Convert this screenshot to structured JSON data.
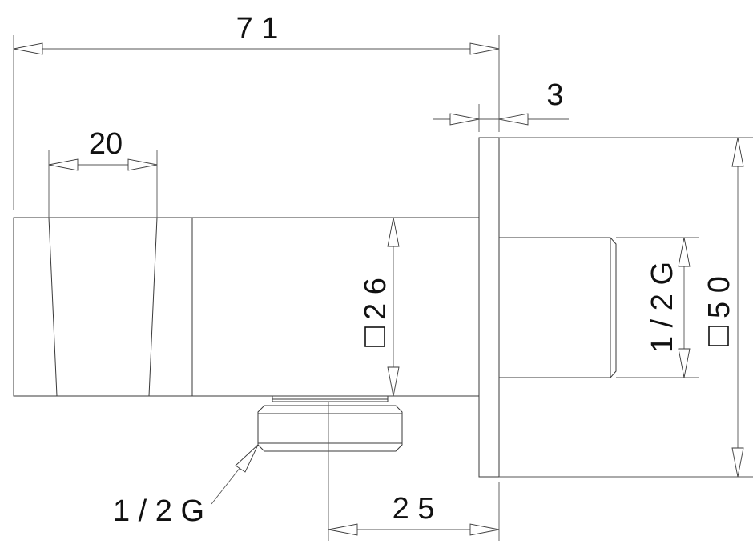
{
  "dimensions": {
    "overall_length": "7 1",
    "flange_thickness": "3",
    "handle_width": "20",
    "body_square": "2 6",
    "outlet_thread": "1 / 2 G",
    "flange_square": "5 0",
    "inlet_thread": "1 / 2 G",
    "outlet_offset": "2 5"
  },
  "colors": {
    "line": "#3a3a3a",
    "text": "#111111",
    "background": "#ffffff"
  }
}
